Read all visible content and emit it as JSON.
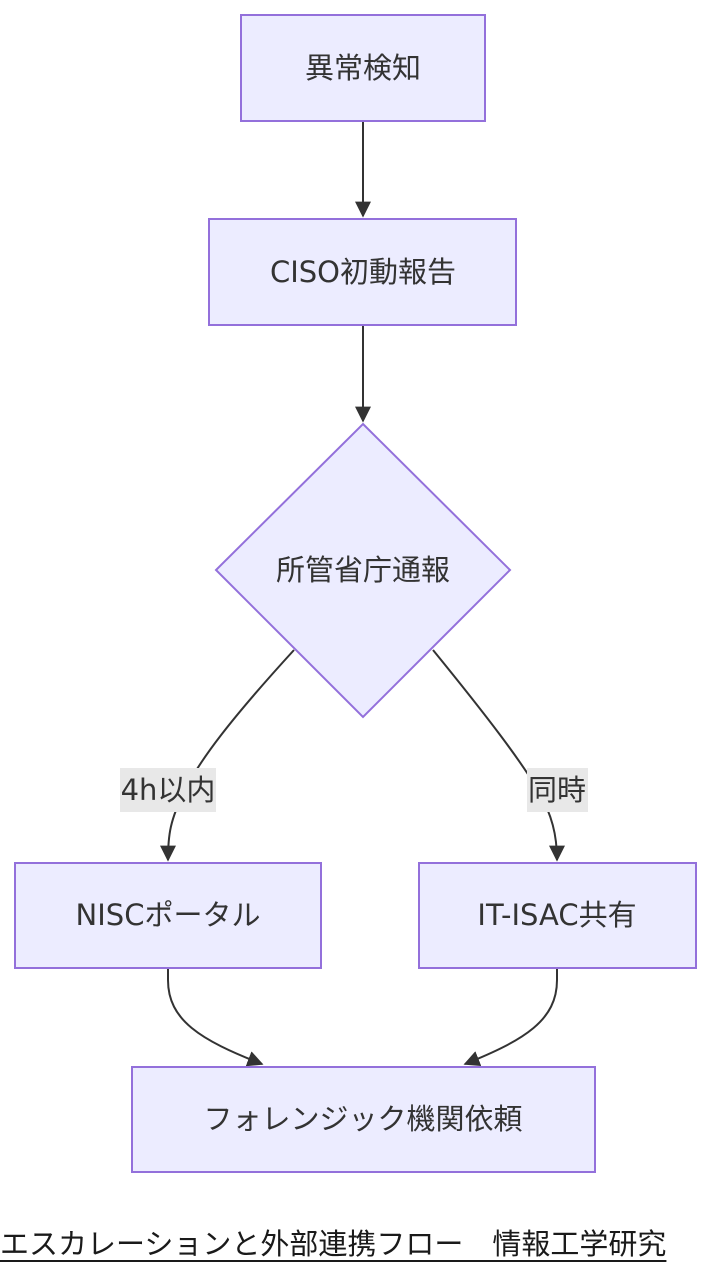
{
  "diagram": {
    "nodes": {
      "detect": "異常検知",
      "ciso": "CISO初動報告",
      "notify": "所管省庁通報",
      "nisc": "NISCポータル",
      "isac": "IT-ISAC共有",
      "forensic": "フォレンジック機関依頼"
    },
    "edge_labels": {
      "within_4h": "4h以内",
      "simultaneous": "同時"
    },
    "colors": {
      "node_fill": "#ECECFF",
      "node_stroke": "#9370DB",
      "edge": "#333333",
      "label_bg": "#E8E8E8",
      "text": "#333333"
    }
  },
  "caption": "エスカレーションと外部連携フロー　情報工学研究"
}
